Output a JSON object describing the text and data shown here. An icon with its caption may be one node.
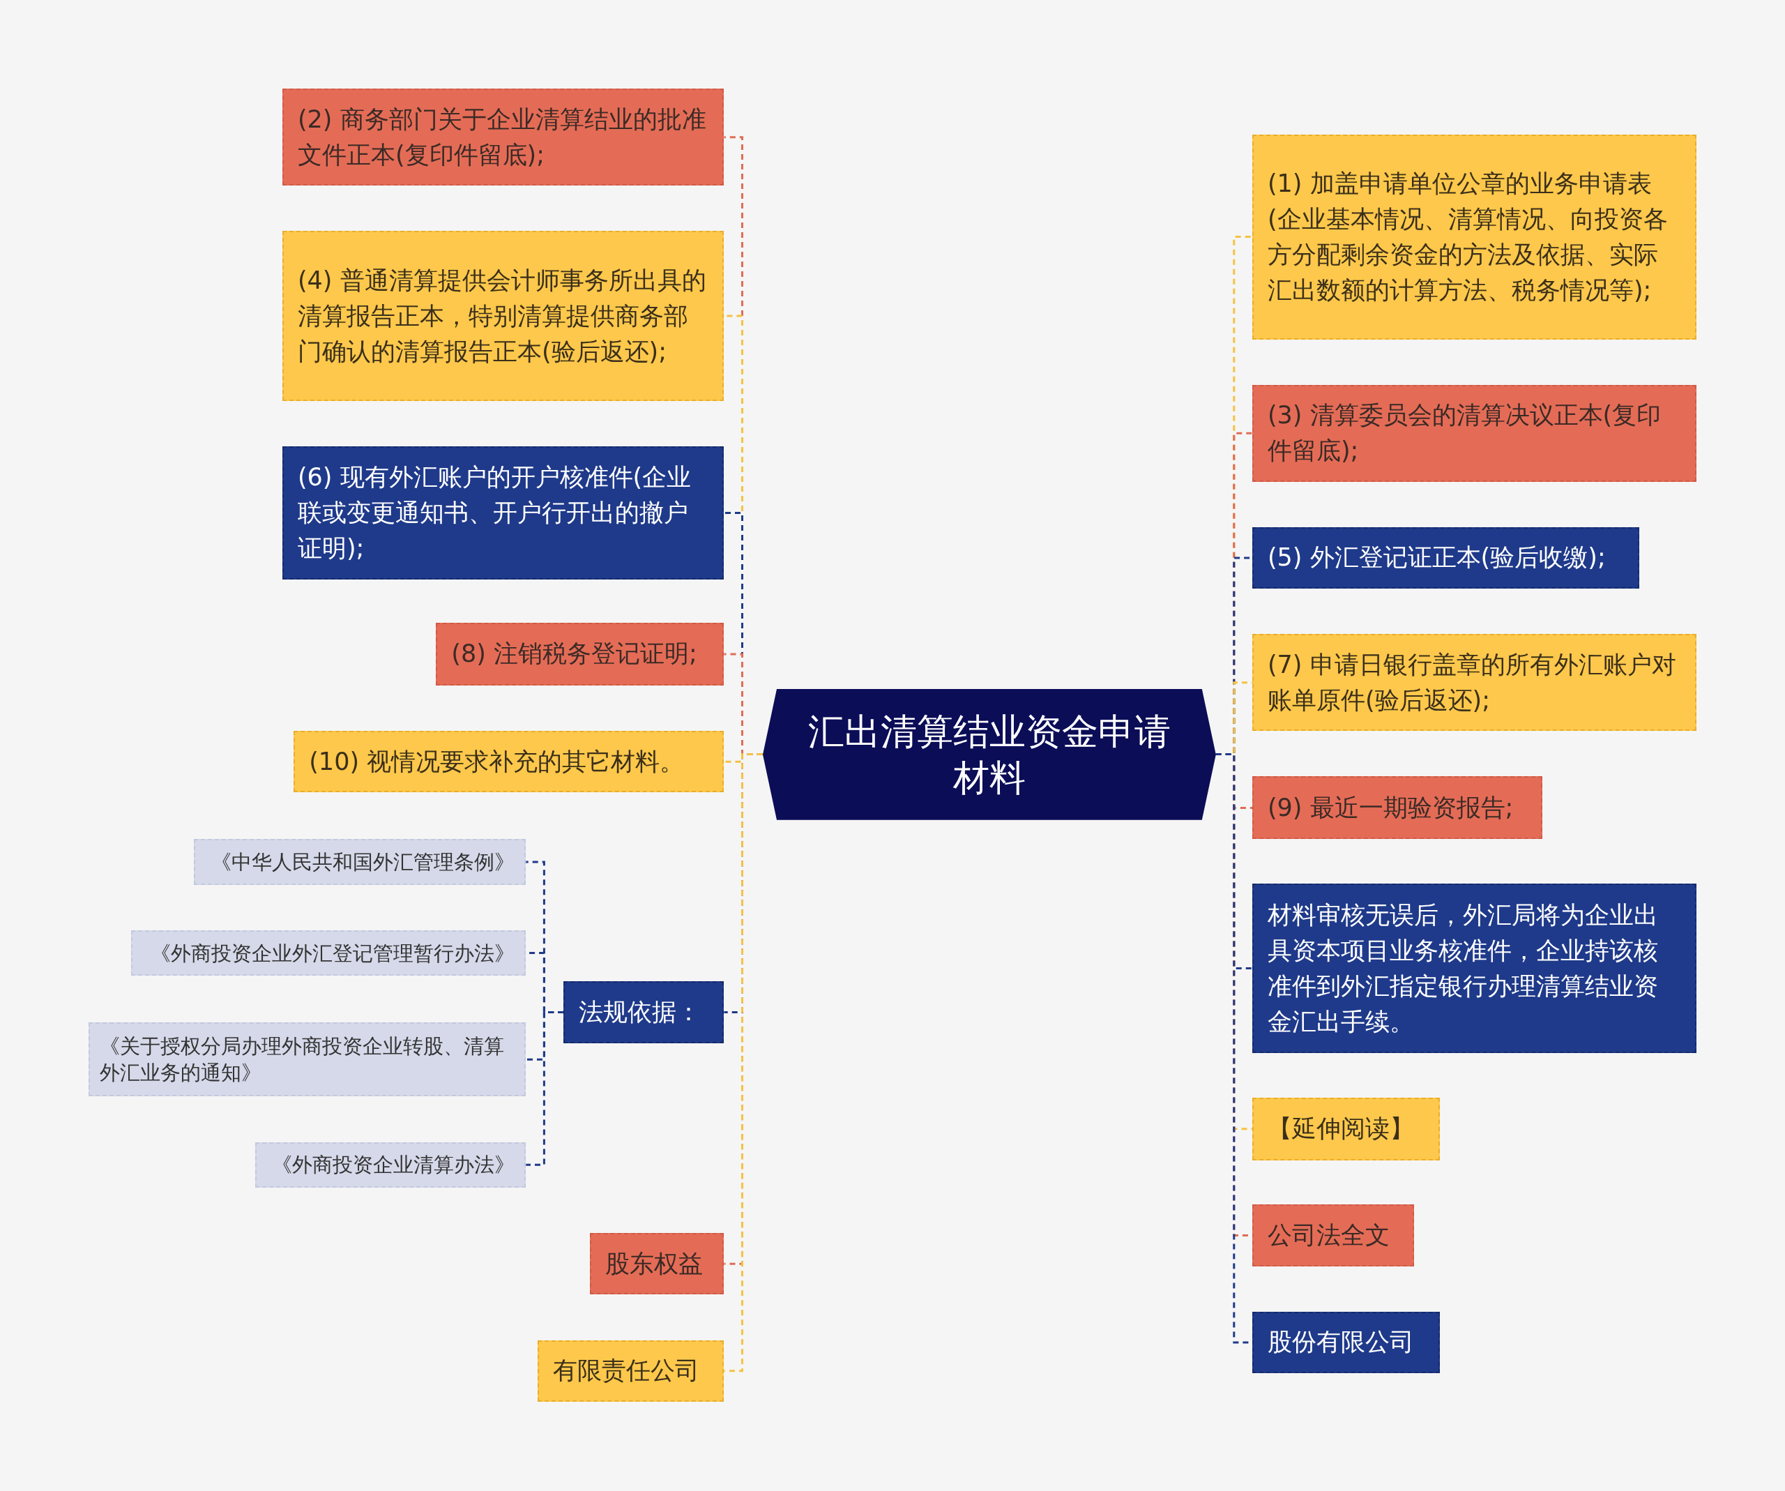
{
  "diagram": {
    "nodes": [
      {
        "text": [
          "汇出清算结业资金申请材料"
        ]
      },
      {
        "text": [
          "(2) 商务部门关于企业清算结业的批准文件正本(复印件留底);"
        ]
      },
      {
        "text": [
          "(4) 普通清算提供会计师事务所出具的清算报告正本，特别清算提供商务部门确认的清算报告正本(验后返还);"
        ]
      },
      {
        "text": [
          "(6) 现有外汇账户的开户核准件(企业联或变更通知书、开户行开出的撤户证明);"
        ]
      },
      {
        "text": [
          "(8) 注销税务登记证明;"
        ]
      },
      {
        "text": [
          "(10) 视情况要求补充的其它材料。"
        ]
      },
      {
        "text": [
          "法规依据："
        ]
      },
      {
        "text": [
          "《中华人民共和国外汇管理条例》"
        ]
      },
      {
        "text": [
          "《外商投资企业外汇登记管理暂行办法》"
        ]
      },
      {
        "text": [
          "《关于授权分局办理外商投资企业转股、清算外汇业务的通知》"
        ]
      },
      {
        "text": [
          "《外商投资企业清算办法》"
        ]
      },
      {
        "text": [
          "股东权益"
        ]
      },
      {
        "text": [
          "有限责任公司"
        ]
      },
      {
        "text": [
          "(1) 加盖申请单位公章的业务申请表(企业基本情况、清算情况、向投资各方分配剩余资金的方法及依据、实际汇出数额的计算方法、税务情况等);"
        ]
      },
      {
        "text": [
          "(3) 清算委员会的清算决议正本(复印件留底);"
        ]
      },
      {
        "text": [
          "(5) 外汇登记证正本(验后收缴);"
        ]
      },
      {
        "text": [
          "(7) 申请日银行盖章的所有外汇账户对账单原件(验后返还);"
        ]
      },
      {
        "text": [
          "(9) 最近一期验资报告;"
        ]
      },
      {
        "text": [
          "材料审核无误后，外汇局将为企业出具资本项目业务核准件，企业持该核准件到外汇指定银行办理清算结业资金汇出手续。"
        ]
      },
      {
        "text": [
          "【延伸阅读】"
        ]
      },
      {
        "text": [
          "公司法全文"
        ]
      },
      {
        "text": [
          "股份有限公司"
        ]
      }
    ],
    "edges": [
      {
        "from": 0,
        "to": 1,
        "arrow": "none",
        "style": "dashed",
        "color": "#e06c55"
      },
      {
        "from": 0,
        "to": 2,
        "arrow": "none",
        "style": "dashed",
        "color": "#f5c242"
      },
      {
        "from": 0,
        "to": 3,
        "arrow": "none",
        "style": "dashed"
      },
      {
        "from": 0,
        "to": 4,
        "arrow": "none",
        "style": "dashed",
        "color": "#e06c55"
      },
      {
        "from": 0,
        "to": 5,
        "arrow": "none",
        "style": "dashed",
        "color": "#f5c242"
      },
      {
        "from": 0,
        "to": 6,
        "arrow": "none",
        "style": "dashed"
      },
      {
        "from": 6,
        "to": 7,
        "arrow": "none",
        "style": "dashed"
      },
      {
        "from": 6,
        "to": 8,
        "arrow": "none",
        "style": "dashed"
      },
      {
        "from": 6,
        "to": 9,
        "arrow": "none",
        "style": "dashed"
      },
      {
        "from": 6,
        "to": 10,
        "arrow": "none",
        "style": "dashed"
      },
      {
        "from": 0,
        "to": 11,
        "arrow": "none",
        "style": "dashed",
        "color": "#e06c55"
      },
      {
        "from": 0,
        "to": 12,
        "arrow": "none",
        "style": "dashed",
        "color": "#f5c242"
      },
      {
        "from": 0,
        "to": 13,
        "arrow": "none",
        "style": "dashed",
        "color": "#f5c242"
      },
      {
        "from": 0,
        "to": 14,
        "arrow": "none",
        "style": "dashed",
        "color": "#e06c55"
      },
      {
        "from": 0,
        "to": 15,
        "arrow": "none",
        "style": "dashed"
      },
      {
        "from": 0,
        "to": 16,
        "arrow": "none",
        "style": "dashed",
        "color": "#f5c242"
      },
      {
        "from": 0,
        "to": 17,
        "arrow": "none",
        "style": "dashed",
        "color": "#e06c55"
      },
      {
        "from": 0,
        "to": 18,
        "arrow": "none",
        "style": "dashed"
      },
      {
        "from": 0,
        "to": 19,
        "arrow": "none",
        "style": "dashed",
        "color": "#f5c242"
      },
      {
        "from": 0,
        "to": 20,
        "arrow": "none",
        "style": "dashed",
        "color": "#e06c55"
      },
      {
        "from": 0,
        "to": 21,
        "arrow": "none",
        "style": "dashed"
      }
    ]
  }
}
